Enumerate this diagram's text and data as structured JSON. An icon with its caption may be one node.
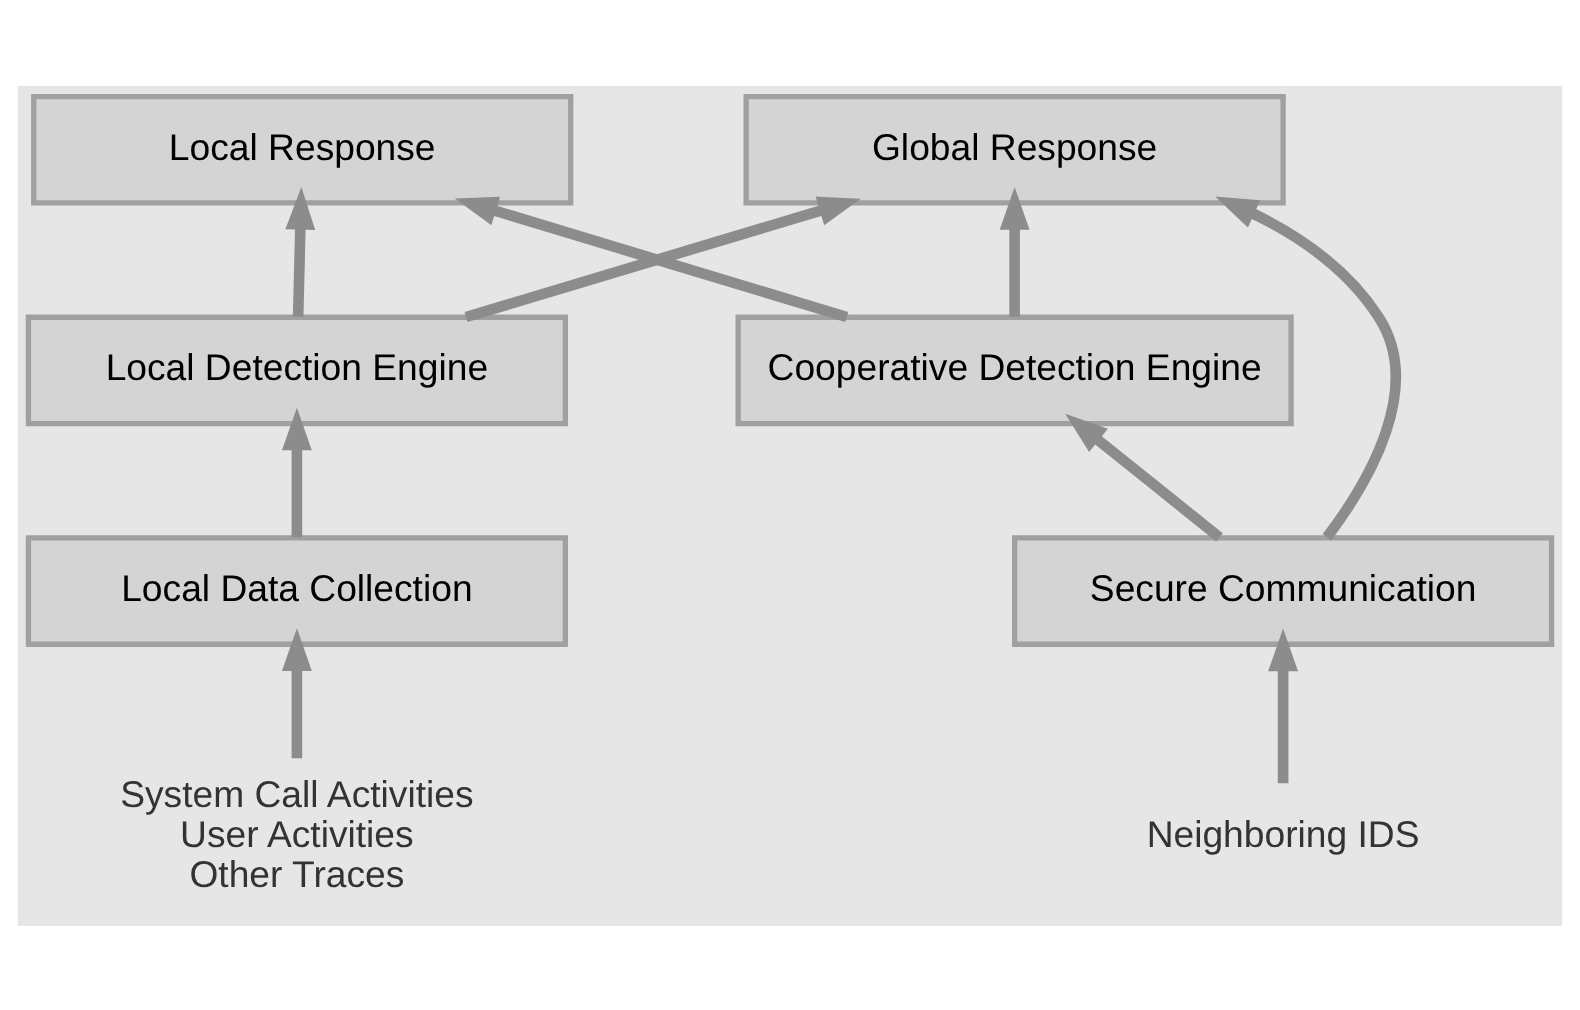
{
  "diagram": {
    "nodes": [
      {
        "text": [
          "Local Response"
        ]
      },
      {
        "text": [
          "Global Response"
        ]
      },
      {
        "text": [
          "Local Detection Engine"
        ]
      },
      {
        "text": [
          "Cooperative Detection Engine"
        ]
      },
      {
        "text": [
          "Local Data Collection"
        ]
      },
      {
        "text": [
          "Secure Communication"
        ]
      },
      {
        "text": [
          "System Call Activities",
          "User Activities",
          "Other Traces"
        ]
      },
      {
        "text": [
          "Neighboring IDS"
        ]
      }
    ],
    "edges": [
      {
        "from": 6,
        "to": 4,
        "arrow": "to"
      },
      {
        "from": 4,
        "to": 2,
        "arrow": "to"
      },
      {
        "from": 2,
        "to": 0,
        "arrow": "to"
      },
      {
        "from": 2,
        "to": 1,
        "arrow": "to"
      },
      {
        "from": 3,
        "to": 0,
        "arrow": "to"
      },
      {
        "from": 3,
        "to": 1,
        "arrow": "to"
      },
      {
        "from": 5,
        "to": 3,
        "arrow": "to"
      },
      {
        "from": 7,
        "to": 5,
        "arrow": "to"
      },
      {
        "from": 5,
        "to": 1,
        "arrow": "to"
      }
    ]
  }
}
